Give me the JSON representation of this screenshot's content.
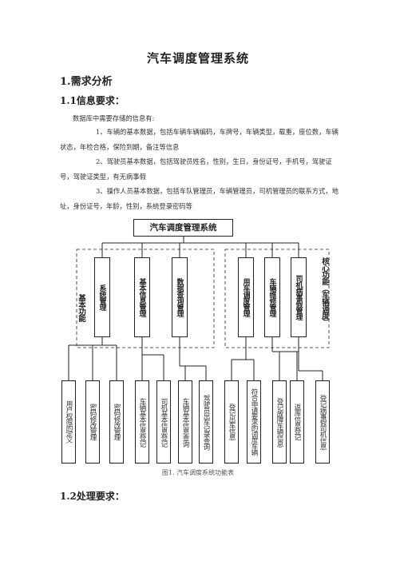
{
  "document": {
    "title": "汽车调度管理系统",
    "section1": "1.需求分析",
    "section1_1": "1.1信息要求：",
    "intro": "数据库中需要存储的信息有:",
    "items": [
      "1、车辆的基本数据，包括车辆车辆编码，车牌号，车辆类型，载重，座位数，车辆状态，年检合格，保险到期，备注等信息",
      "2、驾驶员基本数据，包括驾驶员姓名，性别，生日，身份证号，手机号，驾驶证号，驾驶证类型，有无病事假",
      "3、操作人员基本数据，包括车队管理员，车辆管理员，司机管理员的联系方式，地址，身份证号，年龄，性别，系统登录密码等"
    ],
    "figure_caption": "图1. 汽车调度系统功能表",
    "section1_2": "1.2处理要求："
  },
  "diagram": {
    "root": "汽车调度管理系统",
    "group_left": "基本功能",
    "group_right": "核心功能（车辆调度）",
    "modules": [
      "系统管理",
      "基本信息管理",
      "数据查询管理",
      "用车调度管理",
      "车辆维修管理",
      "司机病事假管理"
    ],
    "leaves": [
      "用户权限的定义",
      "密码修改管理",
      "密码修改管理",
      "车辆基本信息登记",
      "司机基本信息登记",
      "车辆基本信息查询",
      "驾驶员出车记录查询",
      "登记出车信息",
      "符合申请要求的调度车辆",
      "登记故障车辆信息",
      "返库信息登记",
      "登记病事假司机信息"
    ]
  }
}
